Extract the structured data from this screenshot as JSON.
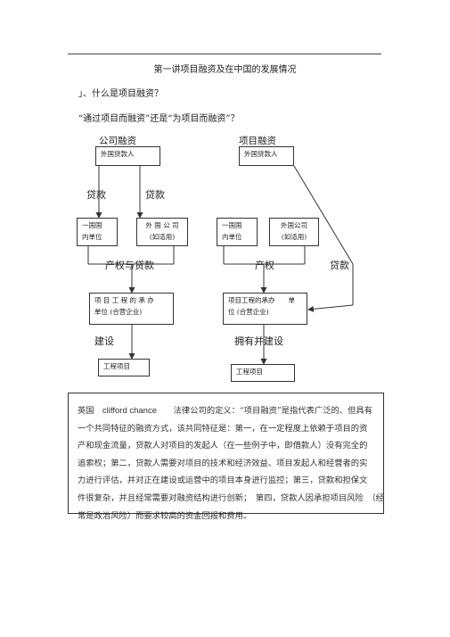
{
  "doc": {
    "title": "第一讲项目融资及在中国的发展情况",
    "question1": "」、什么是项目融资？",
    "question2": "“通过项目而融资”还是“为项目而融资”？"
  },
  "left": {
    "heading": "公司融资",
    "foreign_loan": "外国贷款人",
    "label_loan_left": "贷款",
    "label_loan_right": "贷款",
    "domestic_unit_l1": "一国国",
    "domestic_unit_l2": "内单位",
    "foreign_co_l1": "外 国 公 司",
    "foreign_co_l2": "(如适用)",
    "label_equity_loan": "产权与贷款",
    "contractor_l1": "项 目 工 程 的 承 办",
    "contractor_l2": "单位 (合营企业)",
    "label_build": "建设",
    "project": "工程项目"
  },
  "right": {
    "heading": "项目融资",
    "foreign_loan": "外国贷款人",
    "domestic_unit_l1": "一国国",
    "domestic_unit_l2": "内单位",
    "foreign_co_l1": "外国公司",
    "foreign_co_l2": "(如适用)",
    "label_equity": "产权",
    "label_loan": "贷款",
    "contractor_l1": "项目工程的承办　　单",
    "contractor_l2": "位 (合营企业)",
    "label_own_build": "拥有并建设",
    "project": "工程项目"
  },
  "definition": {
    "line1_a": "英国",
    "line1_en": "clifford chance",
    "line1_b": "法律公司的定义：“项目融资”是指代表广泛的、但具有",
    "line2": "一个共同特征的融资方式，该共同特征是：第一，在一定程度上依赖于项目的资",
    "line3": "产和现金流量，贷款人对项目的发起人（在一些例子中，即借款人）没有完全的",
    "line4": "追索权；第二，贷款人需要对项目的技术和经济效益、项目发起人和经营者的实",
    "line5": "力进行评估，并对正在建设或运营中的项目本身进行监控；第三，贷款和担保文",
    "line6": "件很复杂，并且经常需要对融资结构进行创新；　第四，贷款人因承担项目风险　（经",
    "line7": "常是政治风险）而要求较高的资金回报和费用。"
  }
}
